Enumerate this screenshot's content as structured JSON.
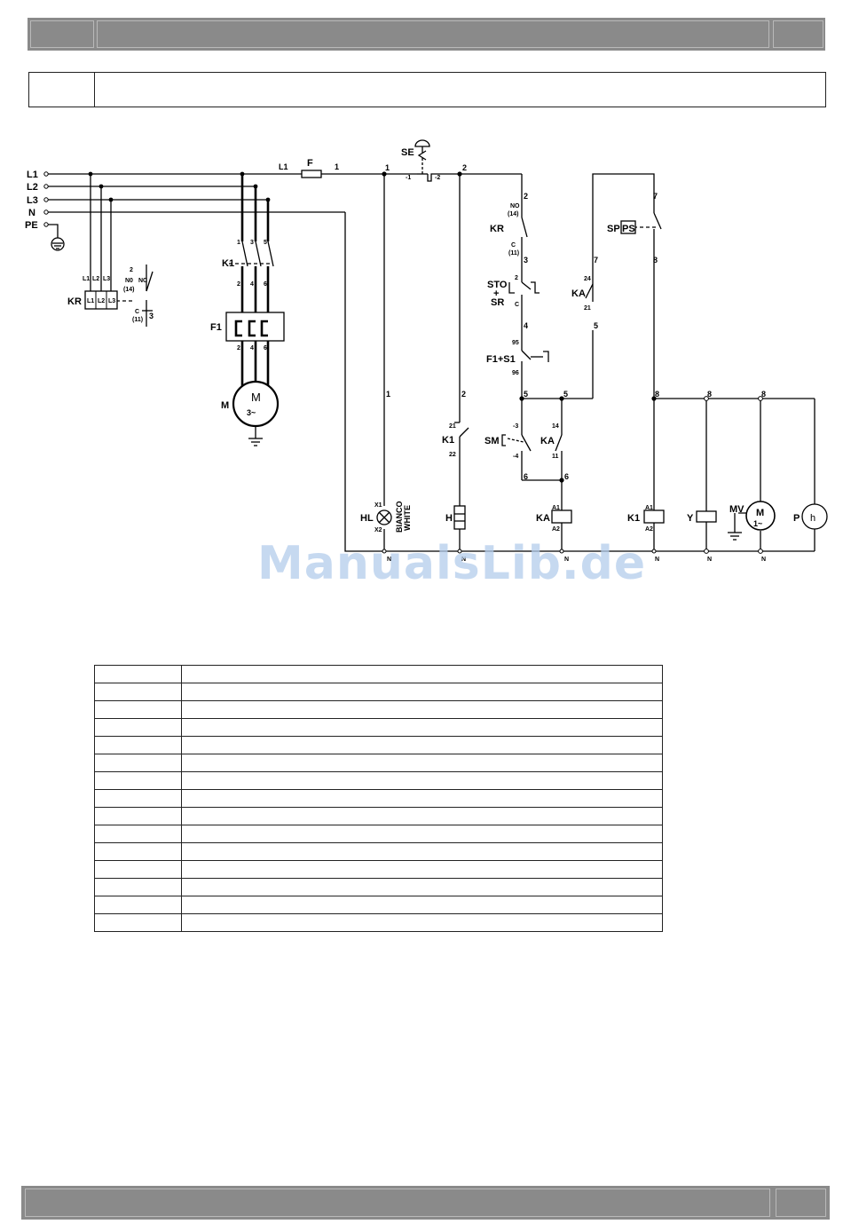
{
  "watermark": "ManualsLib.de",
  "diagram": {
    "supply": {
      "l1": "L1",
      "l2": "L2",
      "l3": "L3",
      "n": "N",
      "pe": "PE"
    },
    "kr_block": {
      "label": "KR",
      "terms": [
        "L1",
        "L2",
        "L3"
      ],
      "no": "N0",
      "no14": "(14)",
      "nc": "NC",
      "c": "C",
      "c11": "(11)",
      "n2": "2",
      "n3": "3"
    },
    "k1_main": {
      "label": "K1",
      "top": [
        "1",
        "3",
        "5"
      ],
      "bottom": [
        "2",
        "4",
        "6"
      ]
    },
    "f1": {
      "label": "F1",
      "bottom": [
        "2",
        "4",
        "6"
      ]
    },
    "motor": {
      "label": "M",
      "symbol": "M",
      "phase": "3~"
    },
    "fuse": {
      "label": "F",
      "in": "L1",
      "out": "1"
    },
    "se": {
      "label": "SE",
      "a": "-1",
      "b": "-2"
    },
    "nodes": {
      "n1": "1",
      "n2": "2",
      "n5": "5",
      "n6": "6",
      "n7": "7",
      "n8": "8",
      "nN": "N"
    },
    "kr_contact": {
      "label": "KR",
      "no": "NO",
      "no14": "(14)",
      "c": "C",
      "c11": "(11)",
      "top": "2",
      "bot": "3"
    },
    "sto": {
      "l1": "STO",
      "plus": "+",
      "l2": "SR",
      "top": "2",
      "bot": "C",
      "mid": "4"
    },
    "f1s1": {
      "label": "F1+S1",
      "top": "95",
      "bot": "96"
    },
    "ka_contact": {
      "label": "KA",
      "top": "24",
      "bot": "21"
    },
    "sp": {
      "label": "SP",
      "box": "PS"
    },
    "k1_aux": {
      "label": "K1",
      "top": "21",
      "bot": "22"
    },
    "sm": {
      "label": "SM",
      "top": "-3",
      "bot": "-4"
    },
    "ka2": {
      "label": "KA",
      "top": "14",
      "bot": "11"
    },
    "hl": {
      "label": "HL",
      "x1": "X1",
      "x2": "X2",
      "color1": "BIANCO",
      "color2": "WHITE"
    },
    "h": {
      "label": "H"
    },
    "ka_coil": {
      "label": "KA",
      "a1": "A1",
      "a2": "A2"
    },
    "k1_coil": {
      "label": "K1",
      "a1": "A1",
      "a2": "A2"
    },
    "y": {
      "label": "Y"
    },
    "mv": {
      "label": "MV",
      "symbol": "M",
      "phase": "1~"
    },
    "p": {
      "label": "P",
      "symbol": "h"
    }
  }
}
